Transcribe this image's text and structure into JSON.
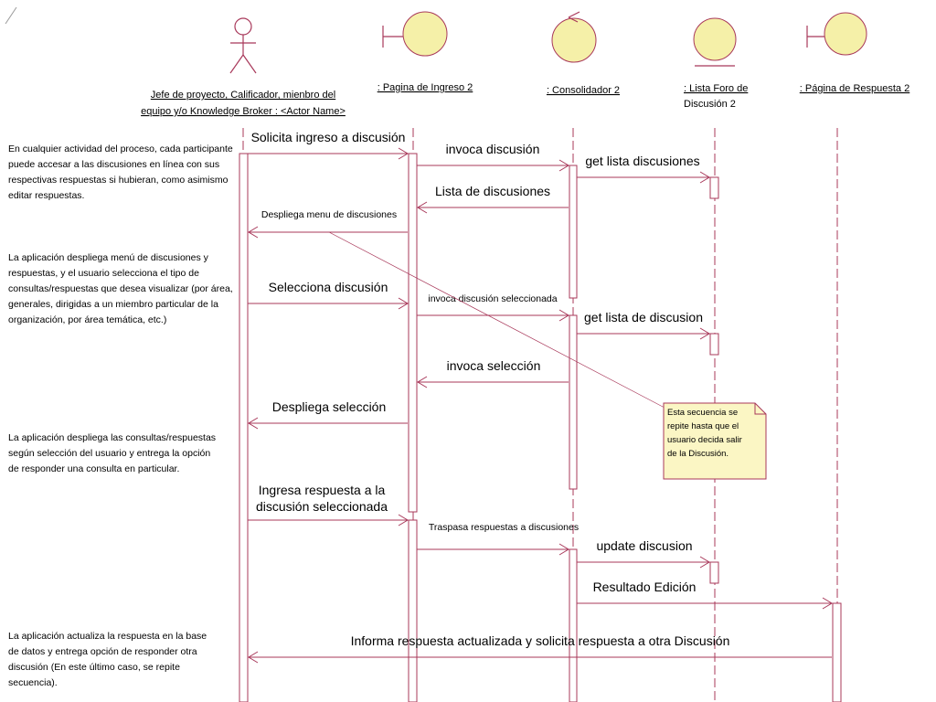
{
  "participants": [
    {
      "id": "actor",
      "kind": "actor",
      "name_lines": [
        "Jefe de proyecto, Calificador, mienbro del",
        "equipo y/o Knowledge Broker : <Actor Name>"
      ]
    },
    {
      "id": "ingreso",
      "kind": "boundary",
      "name_lines": [
        ": Pagina de Ingreso 2"
      ]
    },
    {
      "id": "consolidador",
      "kind": "control",
      "name_lines": [
        ": Consolidador 2"
      ]
    },
    {
      "id": "foro",
      "kind": "entity",
      "name_lines": [
        ": Lista Foro de",
        "Discusión 2"
      ]
    },
    {
      "id": "respuesta",
      "kind": "boundary",
      "name_lines": [
        ": Página de Respuesta 2"
      ]
    }
  ],
  "messages": [
    {
      "id": "m1",
      "text_lines": [
        "Solicita ingreso a discusión"
      ],
      "from": "actor",
      "to": "ingreso"
    },
    {
      "id": "m2",
      "text_lines": [
        "invoca discusión"
      ],
      "from": "ingreso",
      "to": "consolidador"
    },
    {
      "id": "m3",
      "text_lines": [
        "get lista discusiones"
      ],
      "from": "consolidador",
      "to": "foro"
    },
    {
      "id": "m4",
      "text_lines": [
        "Lista de discusiones"
      ],
      "from": "consolidador",
      "to": "ingreso"
    },
    {
      "id": "m5",
      "text_lines": [
        "Despliega menu de discusiones"
      ],
      "from": "ingreso",
      "to": "actor"
    },
    {
      "id": "m6",
      "text_lines": [
        "Selecciona discusión"
      ],
      "from": "actor",
      "to": "ingreso"
    },
    {
      "id": "m7",
      "text_lines": [
        "invoca discusión seleccionada"
      ],
      "from": "ingreso",
      "to": "consolidador"
    },
    {
      "id": "m8",
      "text_lines": [
        "get lista de discusion"
      ],
      "from": "consolidador",
      "to": "foro"
    },
    {
      "id": "m9",
      "text_lines": [
        "invoca selección"
      ],
      "from": "consolidador",
      "to": "ingreso"
    },
    {
      "id": "m10",
      "text_lines": [
        "Despliega selección"
      ],
      "from": "ingreso",
      "to": "actor"
    },
    {
      "id": "m11",
      "text_lines": [
        "Ingresa respuesta a la",
        "discusión seleccionada"
      ],
      "from": "actor",
      "to": "ingreso"
    },
    {
      "id": "m12",
      "text_lines": [
        "Traspasa respuestas a discusiones"
      ],
      "from": "ingreso",
      "to": "consolidador"
    },
    {
      "id": "m13",
      "text_lines": [
        "update  discusion"
      ],
      "from": "consolidador",
      "to": "foro"
    },
    {
      "id": "m14",
      "text_lines": [
        "Resultado Edición"
      ],
      "from": "consolidador",
      "to": "respuesta"
    },
    {
      "id": "m15",
      "text_lines": [
        "Informa respuesta actualizada y solicita respuesta a otra Discusión"
      ],
      "from": "respuesta",
      "to": "actor"
    }
  ],
  "comments": [
    {
      "id": "c1",
      "lines": [
        "En cualquier actividad del proceso, cada participante",
        "puede accesar a las discusiones en línea con sus",
        "respectivas respuestas si hubieran, como asimismo",
        "editar respuestas."
      ]
    },
    {
      "id": "c2",
      "lines": [
        "La aplicación despliega menú de discusiones  y",
        "respuestas, y el usuario selecciona el tipo de",
        "consultas/respuestas que desea visualizar (por área,",
        "generales, dirigidas a un miembro particular de la",
        "organización, por área temática, etc.)"
      ]
    },
    {
      "id": "c3",
      "lines": [
        "La aplicación despliega las consultas/respuestas",
        "según selección del usuario y entrega la opción",
        "de responder una consulta en particular."
      ]
    },
    {
      "id": "c4",
      "lines": [
        "La aplicación actualiza la respuesta en la base",
        "de datos  y entrega opción de responder otra",
        "discusión (En este último caso, se repite",
        "secuencia)."
      ]
    }
  ],
  "note": {
    "lines": [
      "Esta secuencia se",
      "repite hasta que el",
      "usuario decida salir",
      "de la Discusión."
    ]
  },
  "colors": {
    "lifeline": "#a8385a",
    "object_fill": "#f5f0a8",
    "note_fill": "#fbf6c4"
  }
}
